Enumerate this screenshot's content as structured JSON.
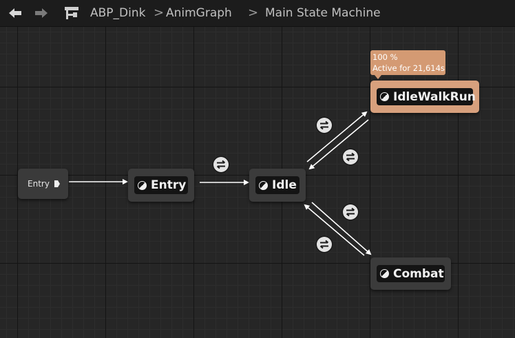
{
  "toolbar": {
    "back_icon": "arrow-left-icon",
    "forward_icon": "arrow-right-icon",
    "graph_icon": "state-machine-icon",
    "breadcrumbs": [
      "ABP_Dink",
      "AnimGraph",
      "Main State Machine"
    ],
    "separator": ">"
  },
  "graph": {
    "entry_label": "Entry",
    "states": {
      "entry": "Entry",
      "idle": "Idle",
      "idle_walk_run": "IdleWalkRun",
      "combat": "Combat"
    },
    "active_tooltip": {
      "weight": "100 %",
      "duration": "Active for 21,614s"
    },
    "colors": {
      "background": "#262626",
      "node": "#3b3b3b",
      "active_node": "#d7a07d",
      "wire": "#ffffff"
    }
  }
}
